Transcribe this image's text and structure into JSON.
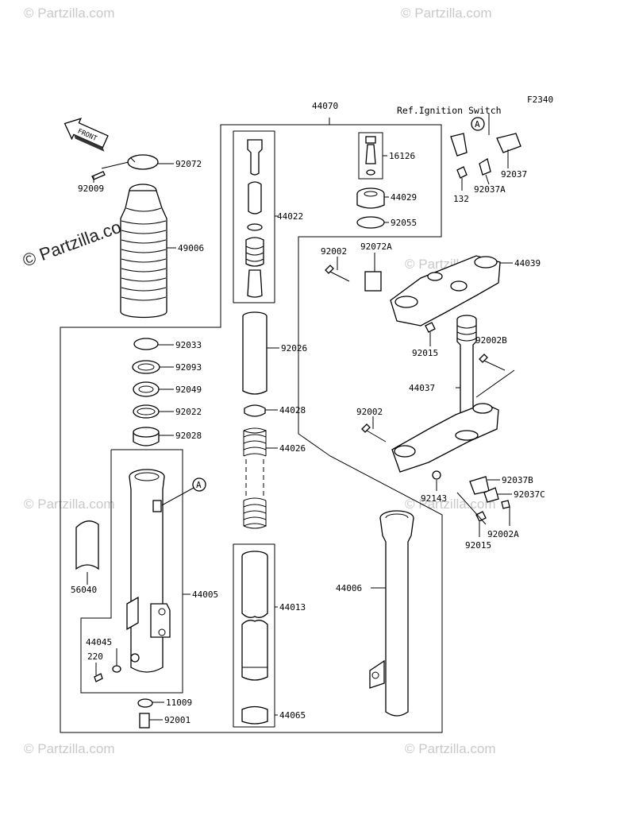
{
  "figure_code": "F2340",
  "ref_note": "Ref.Ignition Switch",
  "front_label": "FRONT",
  "watermark": "© Partzilla.com",
  "callout_mark": "A",
  "labels": {
    "p44070": "44070",
    "p92072": "92072",
    "p92009": "92009",
    "p49006": "49006",
    "p44022": "44022",
    "p16126": "16126",
    "p44029": "44029",
    "p92055": "92055",
    "p92037": "92037",
    "p92037A": "92037A",
    "p132": "132",
    "p92002_top": "92002",
    "p92072A": "92072A",
    "p44039": "44039",
    "p92015_top": "92015",
    "p92002B": "92002B",
    "p44037": "44037",
    "p92002_mid": "92002",
    "p92037B": "92037B",
    "p92143": "92143",
    "p92037C": "92037C",
    "p92002A": "92002A",
    "p92015_bot": "92015",
    "p92033": "92033",
    "p92093": "92093",
    "p92049": "92049",
    "p92022": "92022",
    "p92028": "92028",
    "p92026": "92026",
    "p44028": "44028",
    "p44026": "44026",
    "p56040": "56040",
    "p44005": "44005",
    "p44045": "44045",
    "p220": "220",
    "p11009": "11009",
    "p92001": "92001",
    "p44013": "44013",
    "p44065": "44065",
    "p44006": "44006"
  }
}
